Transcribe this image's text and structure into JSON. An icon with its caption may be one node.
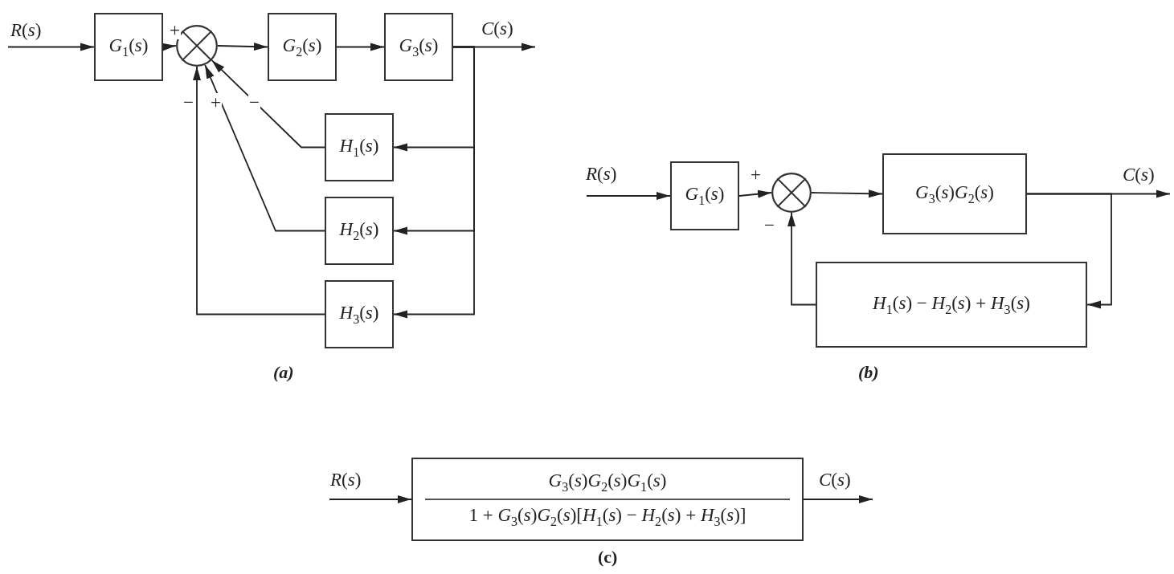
{
  "diagram": {
    "nodes": [
      {
        "text": [
          "*G*$_{1}$(*s*)"
        ]
      },
      {
        "text": [],
        "shape": "circle"
      },
      {
        "text": [
          "*G*$_{2}$(*s*)"
        ]
      },
      {
        "text": [
          "*G*$_{3}$(*s*)"
        ]
      },
      {
        "text": [
          "*H*$_{1}$(*s*)"
        ]
      },
      {
        "text": [
          "*H*$_{2}$(*s*)"
        ]
      },
      {
        "text": [
          "*H*$_{3}$(*s*)"
        ]
      },
      {
        "text": [
          "*G*$_{1}$(*s*)"
        ]
      },
      {
        "text": [],
        "shape": "circle"
      },
      {
        "text": [
          "*G*$_{3}$(*s*)*G*$_{2}$(*s*)"
        ]
      },
      {
        "text": [
          "*H*$_{1}$(*s*) − *H*$_{2}$(*s*) + *H*$_{3}$(*s*)"
        ]
      },
      {
        "text": [
          "*G*$_{3}$(*s*)*G*$_{2}$(*s*)*G*$_{1}$(*s*)",
          "1 + *G*$_{3}$(*s*)*G*$_{2}$(*s*)[*H*$_{1}$(*s*) − *H*$_{2}$(*s*) + *H*$_{3}$(*s*)]"
        ]
      }
    ],
    "edges": [
      {
        "from": null,
        "to": 0,
        "arrow": "to",
        "label": "*R*(*s*)"
      },
      {
        "from": 0,
        "to": 1,
        "arrow": "to",
        "label": "+"
      },
      {
        "from": 1,
        "to": 2,
        "arrow": "to"
      },
      {
        "from": 2,
        "to": 3,
        "arrow": "to"
      },
      {
        "from": 3,
        "to": null,
        "arrow": "to",
        "label": "*C*(*s*)"
      },
      {
        "from": 3,
        "to": 4,
        "arrow": "to"
      },
      {
        "from": 3,
        "to": 5,
        "arrow": "to"
      },
      {
        "from": 3,
        "to": 6,
        "arrow": "to"
      },
      {
        "from": 4,
        "to": 1,
        "arrow": "to",
        "label": "−"
      },
      {
        "from": 5,
        "to": 1,
        "arrow": "to",
        "label": "+"
      },
      {
        "from": 6,
        "to": 1,
        "arrow": "to",
        "label": "−"
      },
      {
        "from": null,
        "to": 7,
        "arrow": "to",
        "label": "*R*(*s*)"
      },
      {
        "from": 7,
        "to": 8,
        "arrow": "to",
        "label": "+"
      },
      {
        "from": 8,
        "to": 9,
        "arrow": "to"
      },
      {
        "from": 9,
        "to": null,
        "arrow": "to",
        "label": "*C*(*s*)"
      },
      {
        "from": 9,
        "to": 10,
        "arrow": "to"
      },
      {
        "from": 10,
        "to": 8,
        "arrow": "to",
        "label": "−"
      },
      {
        "from": null,
        "to": 11,
        "arrow": "to",
        "label": "*R*(*s*)"
      },
      {
        "from": 11,
        "to": null,
        "arrow": "to",
        "label": "*C*(*s*)"
      }
    ],
    "labels": [
      "(a)",
      "(b)",
      "(c)"
    ]
  }
}
